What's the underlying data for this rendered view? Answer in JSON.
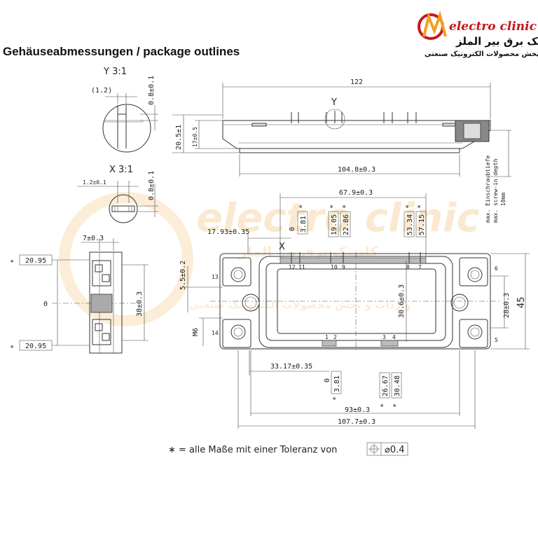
{
  "title": "Gehäuseabmessungen / package outlines",
  "logo": {
    "name": "electro clinic",
    "line_fa_1": "کلینیک برق بیر الملز",
    "line_fa_2": "واردات و پخش محصولات الکترونیک صنعتی"
  },
  "watermark": {
    "name": "electro clinic",
    "line_fa": "کلینیک برق بیر الملز",
    "line_fa_2": "واردات و پخش محصولات الکترونیک صنعتی"
  },
  "detail_y": {
    "label": "Y 3:1",
    "dim_width": "(1.2)",
    "dim_height": "0.8±0.1"
  },
  "detail_x": {
    "label": "X 3:1",
    "dim_width": "1.2±0.1",
    "dim_height": "0.8±0.1"
  },
  "side_view": {
    "length": "122",
    "view_marker": "Y",
    "height_total": "20.5±1",
    "height_body": "17±0.5",
    "base_length": "104.8±0.3",
    "screw_depth_de": "max. Einschraubtiefe",
    "screw_depth_en": "max. screw-in depth",
    "screw_depth_value": "10mm"
  },
  "top_view": {
    "span_pins": "67.9±0.3",
    "pin_pos_1": "3.81",
    "pin_pos_2": "19.05",
    "pin_pos_3": "22.86",
    "pin_pos_4": "53.34",
    "pin_pos_5": "57.15",
    "offset_left": "17.93±0.35",
    "origin": "0",
    "view_marker": "X",
    "pin_labels_top": [
      "12",
      "11",
      "10",
      "9",
      "8",
      "7"
    ],
    "pin_labels_bottom": [
      "1",
      "2",
      "3",
      "4"
    ],
    "terminal_labels_left": [
      "13",
      "14"
    ],
    "terminal_labels_right": [
      "6",
      "5"
    ],
    "dim_5_5": "5.5±0.2",
    "thread": "M6",
    "dim_30_6": "30.6±0.3",
    "dim_28": "28±0.3",
    "height": "45",
    "offset_bottom": "33.17±0.35",
    "bottom_origin": "0",
    "pin_bottom_1": "3.81",
    "pin_bottom_2": "26.67",
    "pin_bottom_3": "30.48",
    "span_93": "93±0.3",
    "width": "107.7±0.3"
  },
  "end_view": {
    "dim_top": "20.95",
    "dim_bottom": "20.95",
    "origin": "0",
    "dim_7": "7±0.3",
    "dim_38": "38±0.3"
  },
  "note": {
    "text": "∗ = alle Maße mit einer Toleranz von",
    "tolerance": "⌀0.4"
  }
}
